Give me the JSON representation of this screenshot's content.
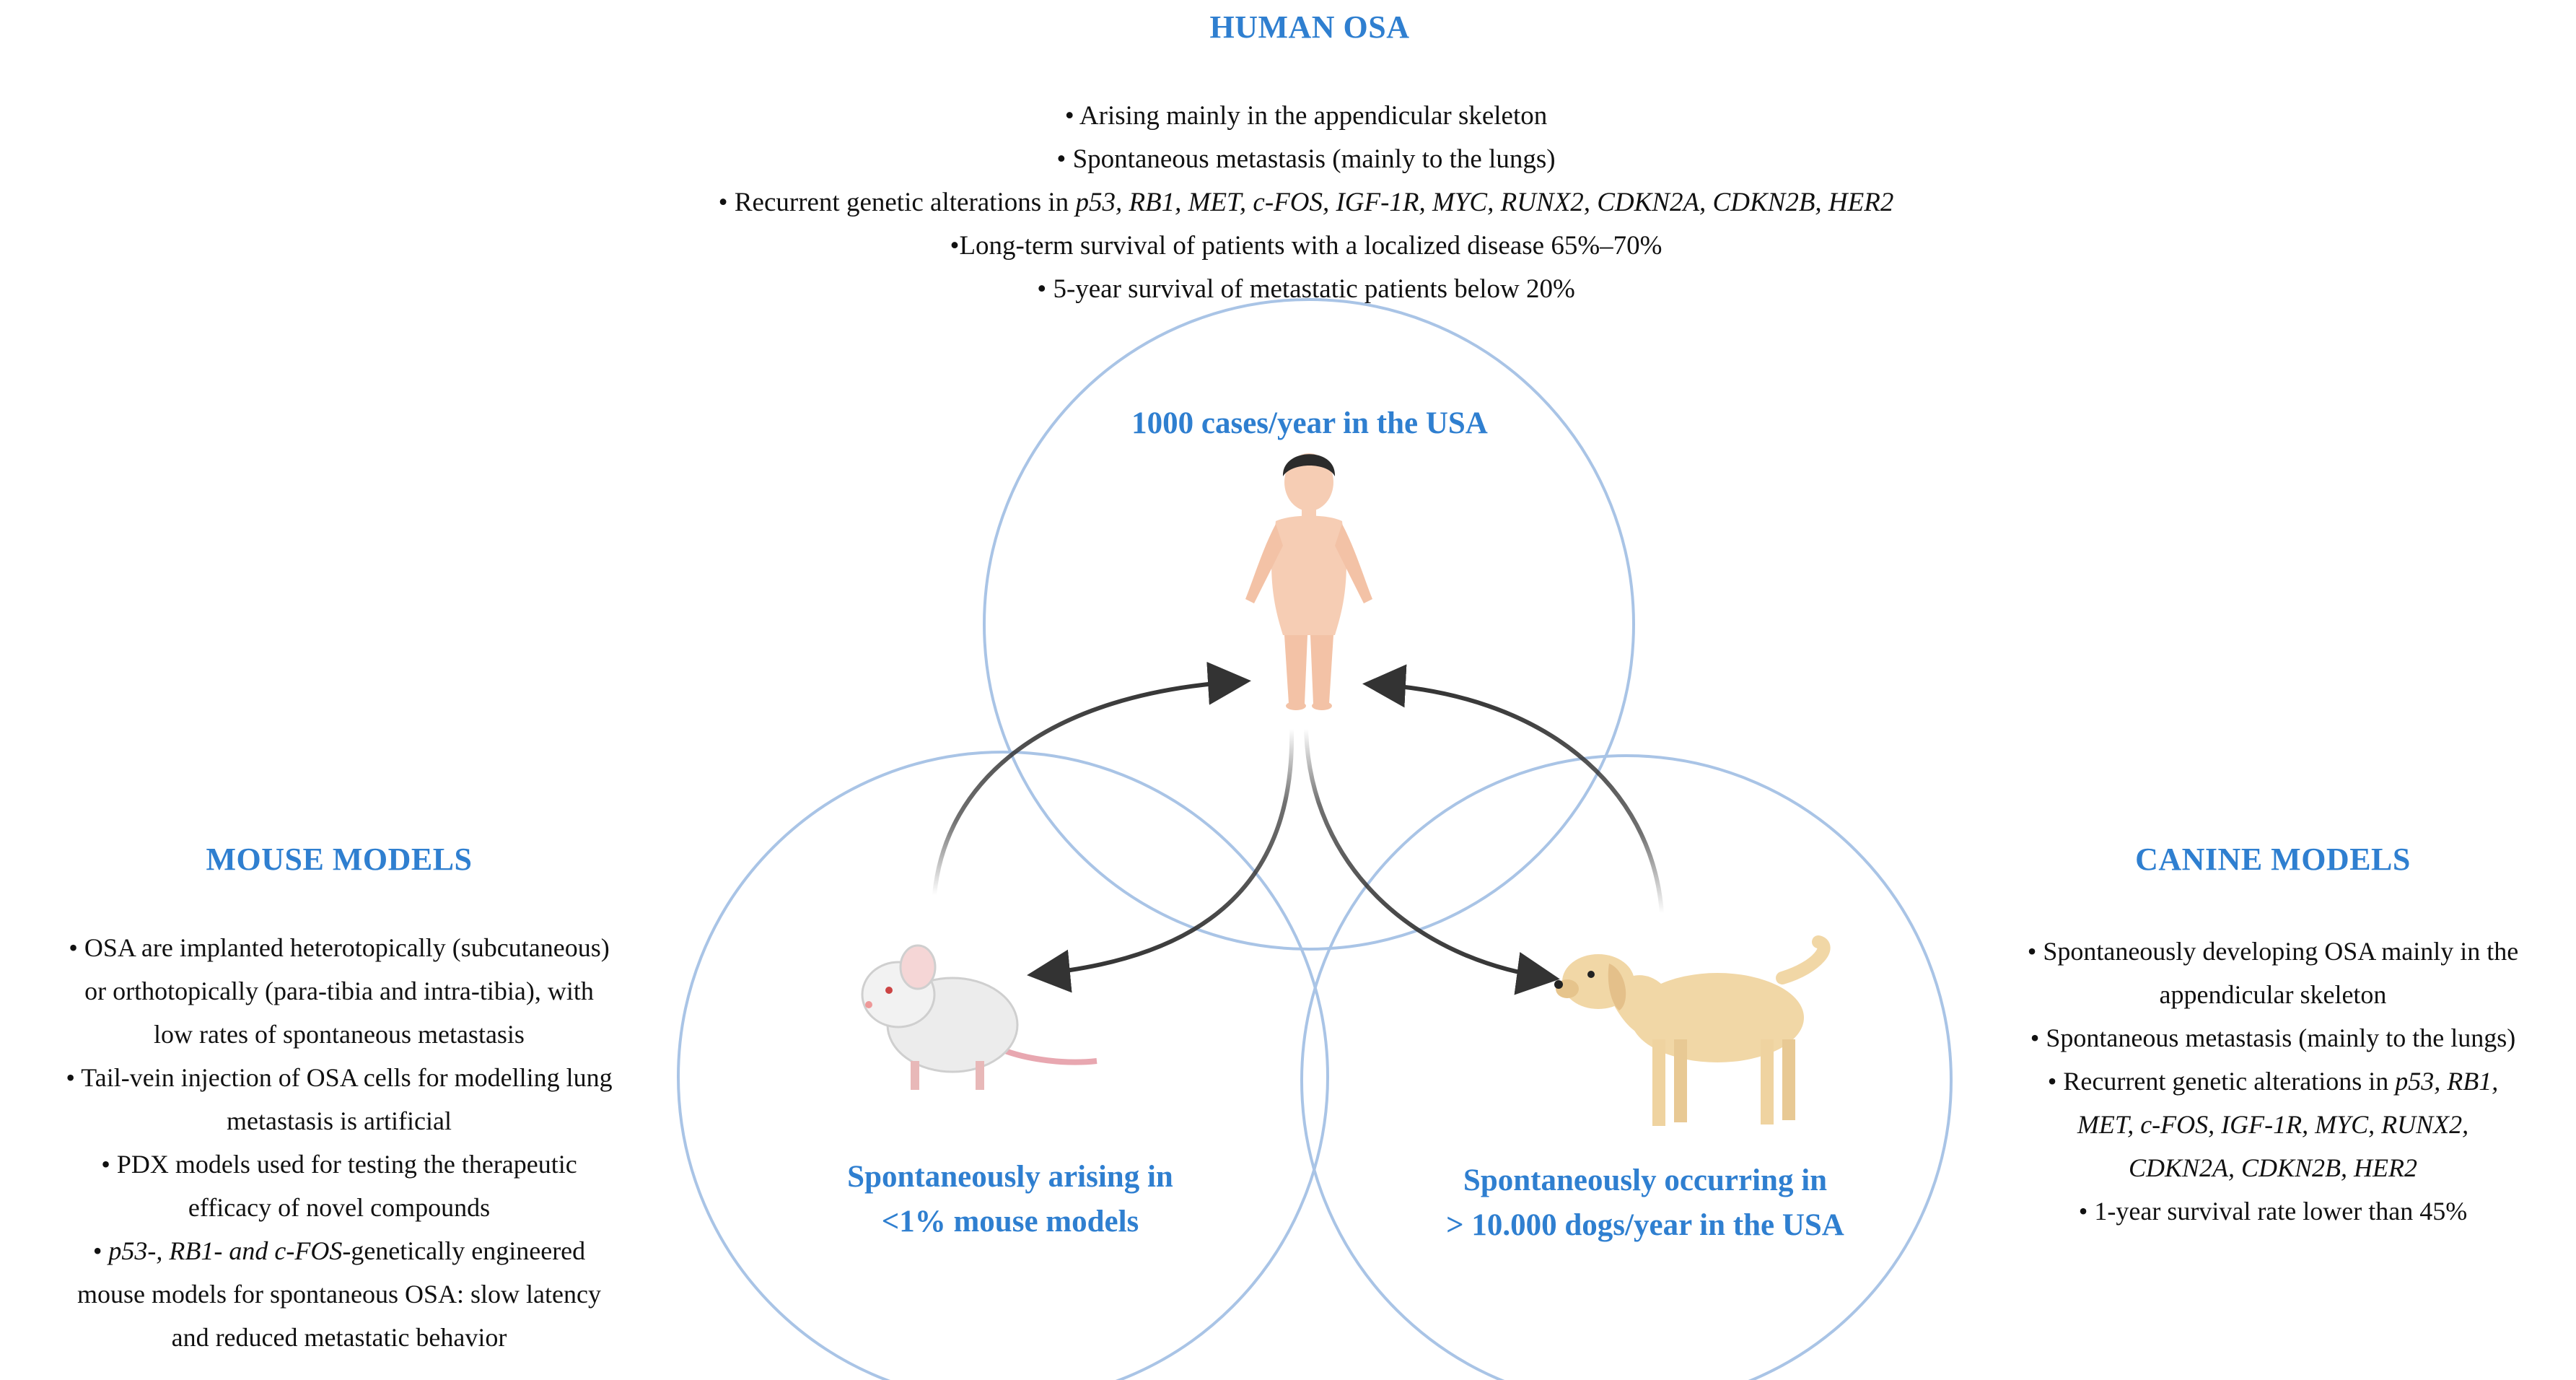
{
  "human": {
    "title": "HUMAN OSA",
    "bullets": [
      "• Arising mainly in the appendicular skeleton",
      "• Spontaneous metastasis (mainly to the lungs)",
      "• Recurrent genetic alterations in ",
      "p53, RB1, MET, c-FOS, IGF-1R, MYC, RUNX2, CDKN2A, CDKN2B, HER2",
      "•Long-term survival of patients with a localized disease 65%–70%",
      "• 5-year survival of metastatic patients below 20%"
    ],
    "circle_label": "1000 cases/year in the USA"
  },
  "mouse": {
    "title": "MOUSE MODELS",
    "lines": [
      "• OSA are implanted heterotopically (subcutaneous)",
      "or orthotopically (para-tibia and intra-tibia), with",
      "low rates of spontaneous metastasis",
      "• Tail-vein injection of OSA cells for modelling lung",
      "metastasis is artificial",
      "• PDX models used for testing the therapeutic",
      "efficacy of novel compounds",
      "• ",
      "p53-, RB1- and c-FOS",
      "-genetically engineered",
      "mouse models for spontaneous OSA: slow latency",
      "and reduced metastatic behavior"
    ],
    "circle_label_1": "Spontaneously arising in",
    "circle_label_2": "<1% mouse models"
  },
  "canine": {
    "title": "CANINE MODELS",
    "lines": [
      "• Spontaneously developing OSA mainly in the",
      "appendicular skeleton",
      "• Spontaneous metastasis (mainly to the lungs)",
      "• Recurrent genetic alterations in ",
      "p53, RB1,",
      "MET, c-FOS, IGF-1R, MYC, RUNX2,",
      "CDKN2A, CDKN2B, HER2",
      "•  1-year survival rate lower than 45%"
    ],
    "circle_label_1": "Spontaneously occurring in",
    "circle_label_2": "> 10.000 dogs/year in the USA"
  },
  "colors": {
    "accent": "#2f7fd0",
    "circle": "#a9c4e6",
    "arrow": "#333333",
    "skin": "#f6cdb4",
    "hair": "#2b2b2b",
    "mouse": "#f1f1f1",
    "dog": "#f1d7a6"
  }
}
